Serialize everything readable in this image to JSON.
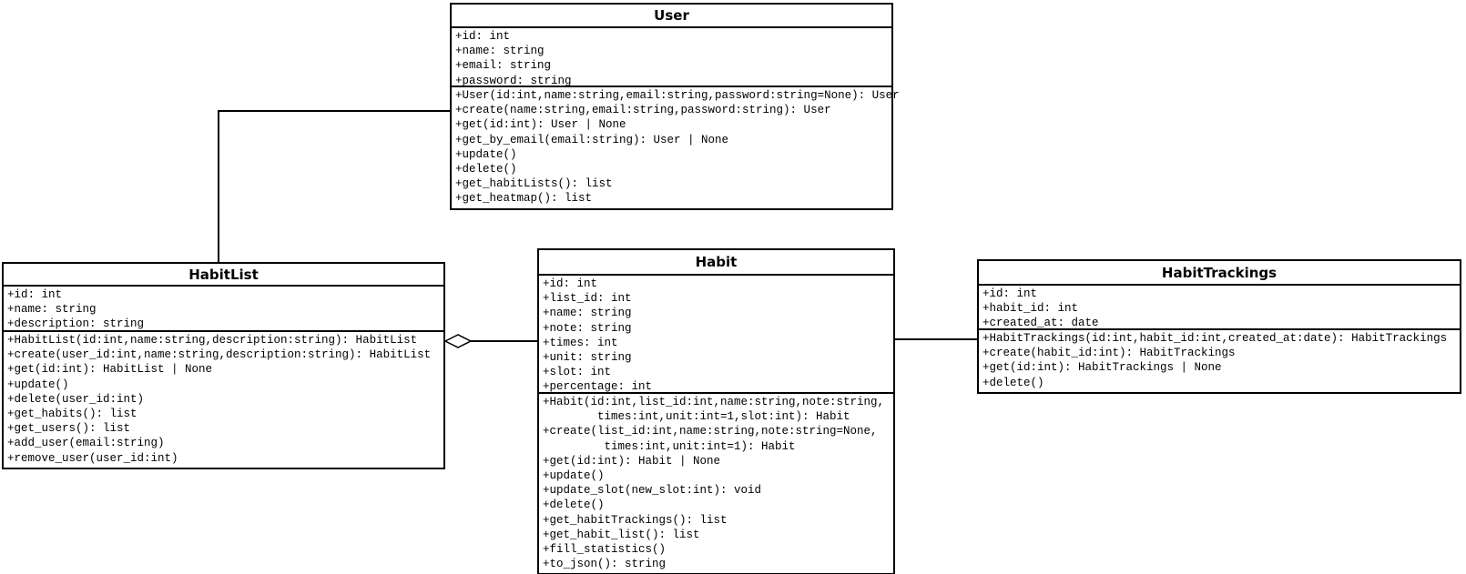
{
  "diagram": {
    "type": "uml-class-diagram",
    "colors": {
      "background": "#ffffff",
      "line": "#000000",
      "text": "#000000"
    },
    "classes": [
      {
        "name": "User",
        "attributes": [
          "+id: int",
          "+name: string",
          "+email: string",
          "+password: string"
        ],
        "methods": [
          "+User(id:int,name:string,email:string,password:string=None): User",
          "+create(name:string,email:string,password:string): User",
          "+get(id:int): User | None",
          "+get_by_email(email:string): User | None",
          "+update()",
          "+delete()",
          "+get_habitLists(): list",
          "+get_heatmap(): list"
        ]
      },
      {
        "name": "HabitList",
        "attributes": [
          "+id: int",
          "+name: string",
          "+description: string"
        ],
        "methods": [
          "+HabitList(id:int,name:string,description:string): HabitList",
          "+create(user_id:int,name:string,description:string): HabitList",
          "+get(id:int): HabitList | None",
          "+update()",
          "+delete(user_id:int)",
          "+get_habits(): list",
          "+get_users(): list",
          "+add_user(email:string)",
          "+remove_user(user_id:int)"
        ]
      },
      {
        "name": "Habit",
        "attributes": [
          "+id: int",
          "+list_id: int",
          "+name: string",
          "+note: string",
          "+times: int",
          "+unit: string",
          "+slot: int",
          "+percentage: int"
        ],
        "methods": [
          "+Habit(id:int,list_id:int,name:string,note:string,",
          "        times:int,unit:int=1,slot:int): Habit",
          "+create(list_id:int,name:string,note:string=None,",
          "         times:int,unit:int=1): Habit",
          "+get(id:int): Habit | None",
          "+update()",
          "+update_slot(new_slot:int): void",
          "+delete()",
          "+get_habitTrackings(): list",
          "+get_habit_list(): list",
          "+fill_statistics()",
          "+to_json(): string"
        ]
      },
      {
        "name": "HabitTrackings",
        "attributes": [
          "+id: int",
          "+habit_id: int",
          "+created_at: date"
        ],
        "methods": [
          "+HabitTrackings(id:int,habit_id:int,created_at:date): HabitTrackings",
          "+create(habit_id:int): HabitTrackings",
          "+get(id:int): HabitTrackings | None",
          "+delete()"
        ]
      }
    ],
    "connectors": [
      {
        "from": "User",
        "to": "HabitList",
        "type": "association"
      },
      {
        "from": "HabitList",
        "to": "Habit",
        "type": "aggregation",
        "diamond_at": "HabitList"
      },
      {
        "from": "Habit",
        "to": "HabitTrackings",
        "type": "association"
      }
    ]
  }
}
